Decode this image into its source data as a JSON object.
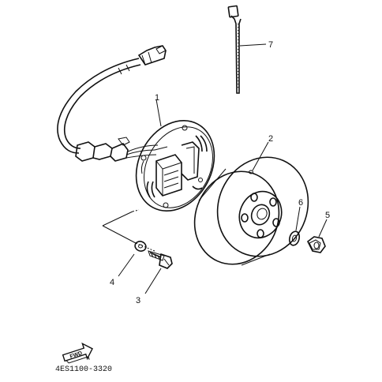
{
  "callouts": {
    "c1": "1",
    "c2": "2",
    "c3": "3",
    "c4": "4",
    "c5": "5",
    "c6": "6",
    "c7": "7"
  },
  "fwd_label": "FWD",
  "part_code": "4ES1100-3320",
  "icons": {
    "forward-arrow": "fwd-arrow-icon"
  }
}
